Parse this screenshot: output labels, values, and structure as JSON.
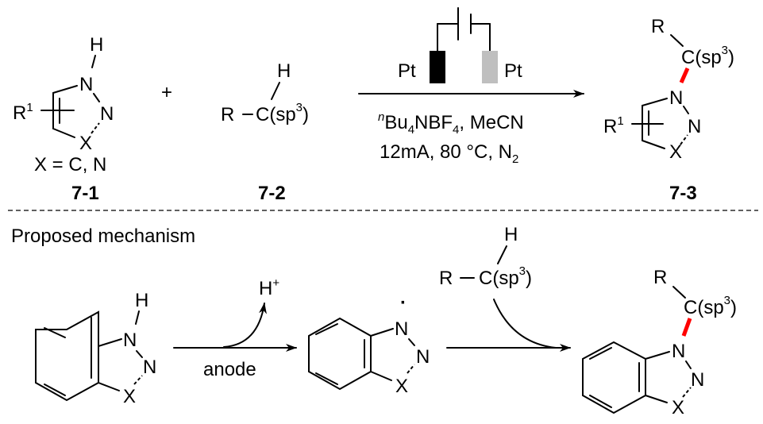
{
  "scheme": {
    "compounds": {
      "c71": {
        "id": "7-1",
        "h": "H",
        "n1": "N",
        "n2": "N",
        "x": "X",
        "r1": "R",
        "r1_sup": "1",
        "note": "X = C, N"
      },
      "c72": {
        "id": "7-2",
        "h": "H",
        "r": "R",
        "c": "C(sp",
        "sup": "3",
        "close": ")"
      },
      "c73": {
        "id": "7-3",
        "r": "R",
        "c": "C(sp",
        "sup": "3",
        "close": ")",
        "n1": "N",
        "n2": "N",
        "x": "X",
        "r1": "R",
        "r1_sup": "1"
      }
    },
    "plus": "+",
    "conditions": {
      "electrode_left": "Pt",
      "electrode_right": "Pt",
      "line1_sup": "n",
      "line1_a": "Bu",
      "line1_sub1": "4",
      "line1_b": "NBF",
      "line1_sub2": "4",
      "line1_c": ", MeCN",
      "line2_a": "12mA, 80 °C, N",
      "line2_sub": "2"
    },
    "colors": {
      "new_bond": "#ff0000",
      "anode": "#000000",
      "cathode": "#bfbfbf"
    }
  },
  "mechanism": {
    "title": "Proposed mechanism",
    "start": {
      "h": "H",
      "n1": "N",
      "n2": "N",
      "x": "X"
    },
    "step1": {
      "label": "anode",
      "byproduct": "H",
      "byproduct_sup": "+"
    },
    "radical": {
      "dot": "·",
      "n1": "N",
      "n2": "N",
      "x": "X"
    },
    "reagent": {
      "h": "H",
      "r": "R",
      "c": "C(sp",
      "sup": "3",
      "close": ")"
    },
    "product": {
      "r": "R",
      "c": "C(sp",
      "sup": "3",
      "close": ")",
      "n1": "N",
      "n2": "N",
      "x": "X"
    }
  }
}
